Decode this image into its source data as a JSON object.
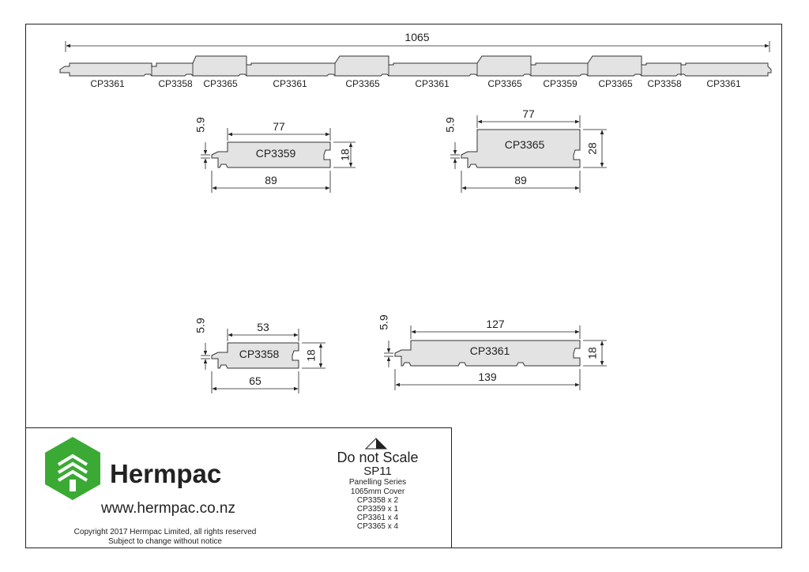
{
  "overall": {
    "dimension": "1065",
    "strip_labels": [
      "CP3361",
      "CP3358",
      "CP3365",
      "CP3361",
      "CP3365",
      "CP3361",
      "CP3365",
      "CP3359",
      "CP3365",
      "CP3358",
      "CP3361"
    ]
  },
  "profiles": {
    "cp3359": {
      "name": "CP3359",
      "cover": "77",
      "width": "89",
      "thickness": "18",
      "tongue": "5.9"
    },
    "cp3365": {
      "name": "CP3365",
      "cover": "77",
      "width": "89",
      "thickness": "28",
      "tongue": "5.9"
    },
    "cp3358": {
      "name": "CP3358",
      "cover": "53",
      "width": "65",
      "thickness": "18",
      "tongue": "5.9"
    },
    "cp3361": {
      "name": "CP3361",
      "cover": "127",
      "width": "139",
      "thickness": "18",
      "tongue": "5.9"
    }
  },
  "title_block": {
    "brand": "Hermpac",
    "url": "www.hermpac.co.nz",
    "copyright": "Copyright 2017 Hermpac Limited, all rights reserved",
    "notice": "Subject to change without notice",
    "scale_note": "Do not Scale",
    "drawing_code": "SP11",
    "series": "Panelling Series",
    "cover": "1065mm Cover",
    "items": [
      "CP3358 x 2",
      "CP3359 x 1",
      "CP3361 x 4",
      "CP3365 x 4"
    ],
    "logo_color": "#3aaa35"
  }
}
